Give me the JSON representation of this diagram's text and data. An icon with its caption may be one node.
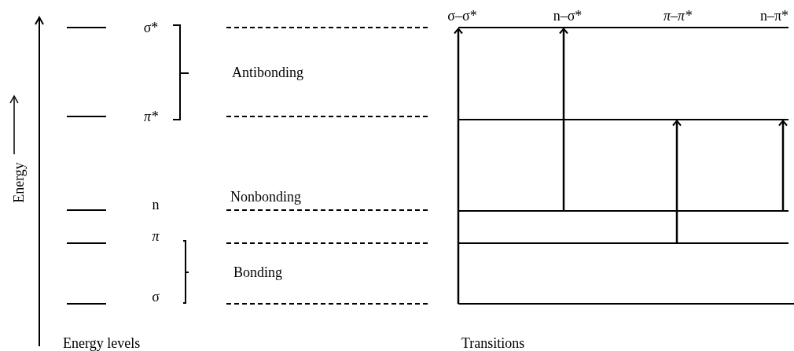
{
  "diagram": {
    "nodes": [
      {
        "text": [],
        "shape": "bar"
      },
      {
        "text": [],
        "shape": "bar"
      },
      {
        "text": [],
        "shape": "bar"
      },
      {
        "text": [],
        "shape": "bar"
      },
      {
        "text": [],
        "shape": "bar"
      }
    ],
    "edges": [
      {
        "from": 4,
        "to": 0,
        "arrow": "to"
      },
      {
        "from": 2,
        "to": 0,
        "arrow": "to"
      },
      {
        "from": 3,
        "to": 1,
        "arrow": "to"
      },
      {
        "from": 2,
        "to": 1,
        "arrow": "to"
      }
    ],
    "labels": [
      "σ*",
      "Antibonding",
      "π*",
      "Nonbonding",
      "n",
      "π",
      "Bonding",
      "σ",
      "Energy",
      "Energy levels",
      "Transitions",
      "σ–σ*",
      "n–σ*",
      "π–π*",
      "n–π*"
    ]
  }
}
